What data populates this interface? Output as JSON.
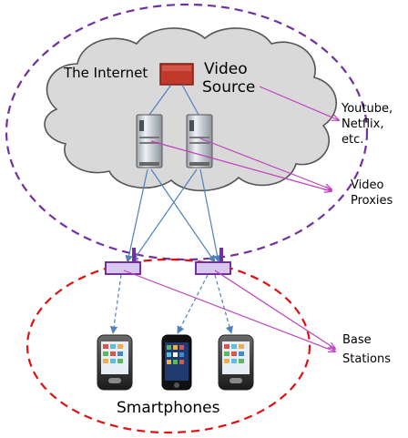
{
  "labels": {
    "internet": "The Internet",
    "video_source_line1": "Video",
    "video_source_line2": "Source",
    "youtube_line1": "Youtube,",
    "youtube_line2": "Netflix,",
    "youtube_line3": "etc.",
    "proxies_line1": "Video",
    "proxies_line2": "Proxies",
    "base_line1": "Base",
    "base_line2": "Stations",
    "smartphones": "Smartphones"
  },
  "colors": {
    "internet_ellipse": "#7030a0",
    "wireless_ellipse": "#e01010",
    "cloud_fill": "#d9d9d9",
    "source_box": "#c0392b",
    "link_blue": "#4f81bd",
    "pointer_magenta": "#c040c0",
    "base_station_fill": "#d8c8f0",
    "base_station_stroke": "#7030a0"
  },
  "icons": {
    "server": "server-icon",
    "base_station": "base-station-icon",
    "phone": "smartphone-icon"
  }
}
